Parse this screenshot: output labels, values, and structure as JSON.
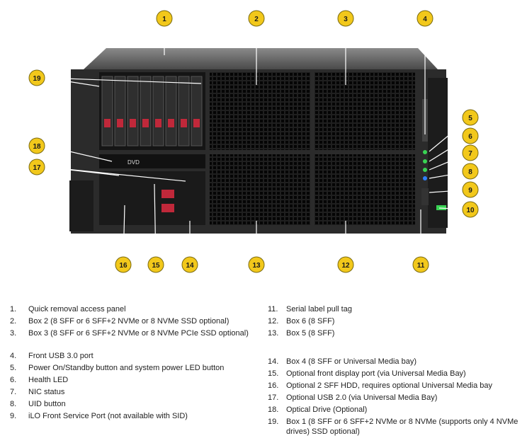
{
  "callouts": [
    "1",
    "2",
    "3",
    "4",
    "5",
    "6",
    "7",
    "8",
    "9",
    "10",
    "11",
    "12",
    "13",
    "14",
    "15",
    "16",
    "17",
    "18",
    "19"
  ],
  "drive_bay": {
    "label": "DVD"
  },
  "colors": {
    "callout_fill": "#f2c81b",
    "callout_stroke": "#7a6a10",
    "chassis": "#2b2b2b",
    "drive_latch": "#c0283a",
    "led_green": "#39d353",
    "led_blue": "#2f7fff"
  },
  "legend_left": [
    {
      "n": "1.",
      "t": "Quick removal access panel"
    },
    {
      "n": "2.",
      "t": "Box 2 (8 SFF or 6 SFF+2 NVMe or 8 NVMe SSD optional)"
    },
    {
      "n": "3.",
      "t": "Box 3 (8 SFF or 6 SFF+2 NVMe or 8 NVMe PCIe SSD optional)"
    },
    {
      "n": "4.",
      "t": "Front USB 3.0 port"
    },
    {
      "n": "5.",
      "t": "Power On/Standby button and system power LED button"
    },
    {
      "n": "6.",
      "t": "Health LED"
    },
    {
      "n": "7.",
      "t": "NIC status"
    },
    {
      "n": "8.",
      "t": "UID button"
    },
    {
      "n": "9.",
      "t": "iLO Front Service Port (not available with SID)"
    }
  ],
  "legend_right": [
    {
      "n": "11.",
      "t": "Serial label pull tag"
    },
    {
      "n": "12.",
      "t": "Box 6 (8 SFF)"
    },
    {
      "n": "13.",
      "t": "Box 5 (8 SFF)"
    },
    {
      "n": "14.",
      "t": "Box 4 (8 SFF or Universal Media bay)"
    },
    {
      "n": "15.",
      "t": "Optional front display port (via Universal Media Bay)"
    },
    {
      "n": "16.",
      "t": "Optional 2 SFF HDD, requires optional Universal Media bay"
    },
    {
      "n": "17.",
      "t": "Optional USB 2.0 (via Universal Media Bay)"
    },
    {
      "n": "18.",
      "t": "Optical Drive (Optional)"
    },
    {
      "n": "19.",
      "t": "Box 1 (8 SFF or 6 SFF+2 NVMe or 8 NVMe (supports only 4 NVMe drives) SSD optional)"
    }
  ]
}
